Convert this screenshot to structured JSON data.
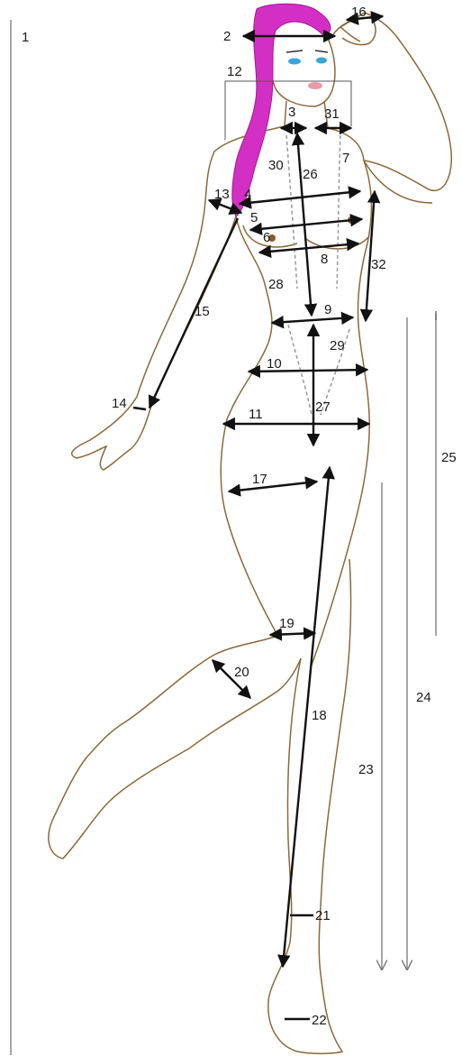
{
  "colors": {
    "outline": "#8a6a3a",
    "arrow": "#111111",
    "guide": "#777777",
    "hair": "#d42fc4",
    "eye": "#3aa5d6",
    "lips": "#e79aa8"
  },
  "measurements": [
    {
      "id": "m1",
      "label": "1"
    },
    {
      "id": "m2",
      "label": "2"
    },
    {
      "id": "m3",
      "label": "3"
    },
    {
      "id": "m4",
      "label": "4"
    },
    {
      "id": "m5",
      "label": "5"
    },
    {
      "id": "m6",
      "label": "6"
    },
    {
      "id": "m7",
      "label": "7"
    },
    {
      "id": "m8",
      "label": "8"
    },
    {
      "id": "m9",
      "label": "9"
    },
    {
      "id": "m10",
      "label": "10"
    },
    {
      "id": "m11",
      "label": "11"
    },
    {
      "id": "m12",
      "label": "12"
    },
    {
      "id": "m13",
      "label": "13"
    },
    {
      "id": "m14",
      "label": "14"
    },
    {
      "id": "m15",
      "label": "15"
    },
    {
      "id": "m16",
      "label": "16"
    },
    {
      "id": "m17",
      "label": "17"
    },
    {
      "id": "m18",
      "label": "18"
    },
    {
      "id": "m19",
      "label": "19"
    },
    {
      "id": "m20",
      "label": "20"
    },
    {
      "id": "m21",
      "label": "21"
    },
    {
      "id": "m22",
      "label": "22"
    },
    {
      "id": "m23",
      "label": "23"
    },
    {
      "id": "m24",
      "label": "24"
    },
    {
      "id": "m25",
      "label": "25"
    },
    {
      "id": "m26",
      "label": "26"
    },
    {
      "id": "m27",
      "label": "27"
    },
    {
      "id": "m28",
      "label": "28"
    },
    {
      "id": "m29",
      "label": "29"
    },
    {
      "id": "m30",
      "label": "30"
    },
    {
      "id": "m31",
      "label": "31"
    },
    {
      "id": "m32",
      "label": "32"
    }
  ]
}
